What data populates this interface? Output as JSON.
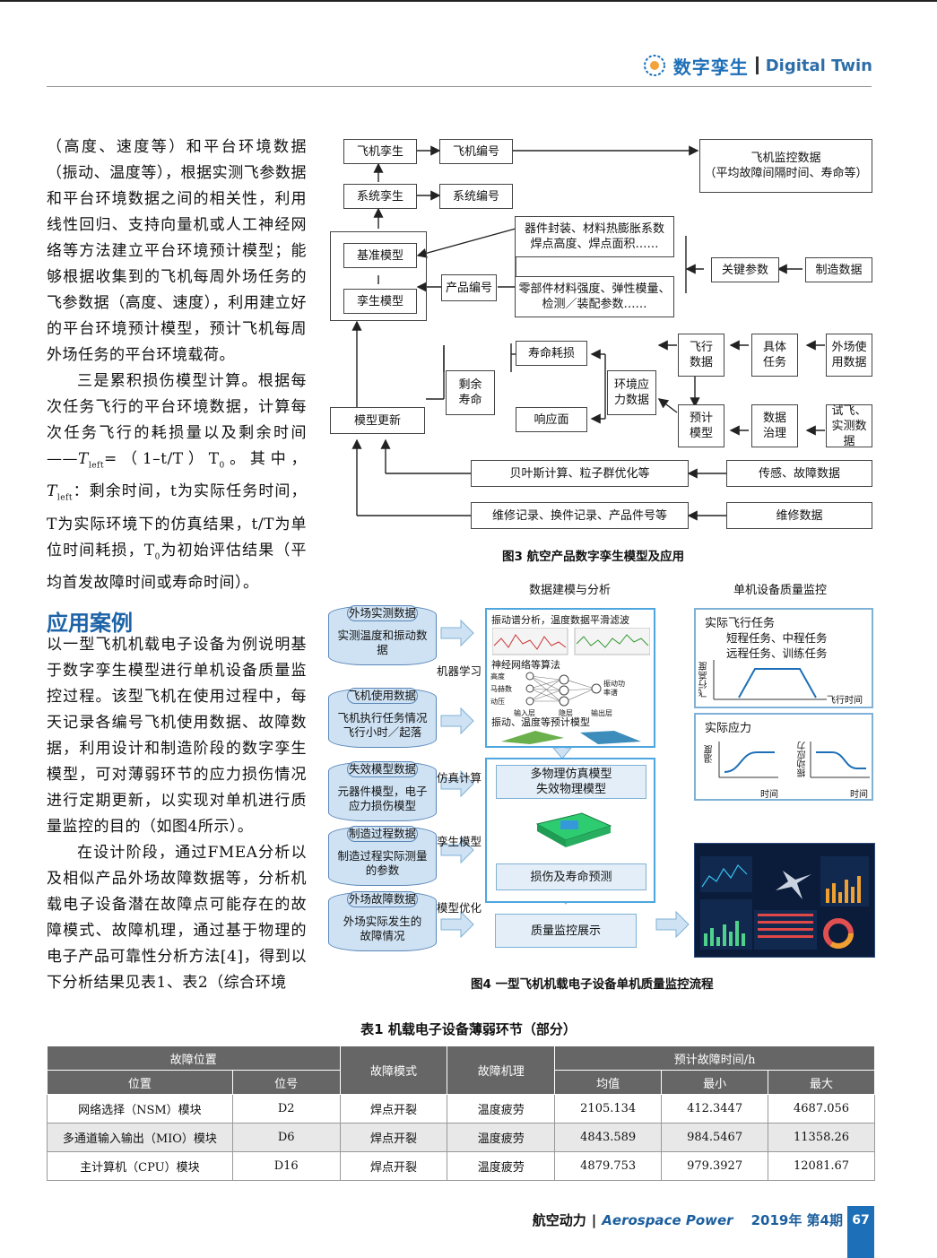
{
  "header": {
    "section_cn": "数字孪生",
    "section_en": "Digital Twin"
  },
  "text": {
    "p1": "（高度、速度等）和平台环境数据（振动、温度等），根据实测飞参数据和平台环境数据之间的相关性，利用线性回归、支持向量机或人工神经网络等方法建立平台环境预计模型；能够根据收集到的飞机每周外场任务的飞参数据（高度、速度），利用建立好的平台环境预计模型，预计飞机每周外场任务的平台环境载荷。",
    "p2a": "三是累积损伤模型计算。根据每次任务飞行的平台环境数据，计算每次任务飞行的耗损量以及剩余时间——",
    "formula": "T",
    "formula_sub": "left",
    "formula_rest": "=（1–t/T）T",
    "formula_sub0": "0",
    "p2b": "。其中，",
    "p2c": "：剩余时间，t为实际任务时间，T为实际环境下的仿真结果，t/T为单位时间耗损，T",
    "p2d": "为初始评估结果（平均首发故障时间或寿命时间）。",
    "section_title": "应用案例",
    "p3": "以一型飞机机载电子设备为例说明基于数字孪生模型进行单机设备质量监控过程。该型飞机在使用过程中，每天记录各编号飞机使用数据、故障数据，利用设计和制造阶段的数字孪生模型，可对薄弱环节的应力损伤情况进行定期更新，以实现对单机进行质量监控的目的（如图4所示）。",
    "p4": "在设计阶段，通过FMEA分析以及相似产品外场故障数据等，分析机载电子设备潜在故障点可能存在的故障模式、故障机理，通过基于物理的电子产品可靠性分析方法[4]，得到以下分析结果见表1、表2（综合环境"
  },
  "fig3": {
    "caption": "图3  航空产品数字孪生模型及应用",
    "boxes": {
      "aircraft_twin": "飞机孪生",
      "aircraft_id": "飞机编号",
      "aircraft_monitor": "飞机监控数据\n（平均故障间隔时间、寿命等）",
      "system_twin": "系统孪生",
      "system_id": "系统编号",
      "base_model": "基准模型",
      "twin_model": "孪生模型",
      "product_id": "产品编号",
      "device_params": "器件封装、材料热膨胀系数\n焊点高度、焊点面积……",
      "part_params": "零部件材料强度、弹性模量、\n检测／装配参数……",
      "key_params": "关键参数",
      "mfg_data": "制造数据",
      "life_loss": "寿命耗损",
      "remaining_life": "剩余\n寿命",
      "response": "响应面",
      "env_stress": "环境应\n力数据",
      "model_update": "模型更新",
      "flight_data": "飞行\n数据",
      "mission": "具体\n任务",
      "field_use": "外场使\n用数据",
      "predict_model": "预计\n模型",
      "data_gov": "数据\n治理",
      "test_data": "试飞、\n实测数据",
      "bayes": "贝叶斯计算、粒子群优化等",
      "sensor_fault": "传感、故障数据",
      "maint_record": "维修记录、换件记录、产品件号等",
      "maint_data": "维修数据"
    }
  },
  "fig4": {
    "caption": "图4  一型飞机机载电子设备单机质量监控流程",
    "col_head_1": "数据建模与分析",
    "col_head_2": "单机设备质量监控",
    "cyl": [
      {
        "title": "外场实测数据",
        "body": "实测温度和振动数据"
      },
      {
        "title": "飞机使用数据",
        "body": "飞机执行任务情况\n飞行小时／起落"
      },
      {
        "title": "失效模型数据",
        "body": "元器件模型，电子\n应力损伤模型"
      },
      {
        "title": "制造过程数据",
        "body": "制造过程实际测量\n的参数"
      },
      {
        "title": "外场故障数据",
        "body": "外场实际发生的\n故障情况"
      }
    ],
    "labels": {
      "ml": "机器学习",
      "sim": "仿真计算",
      "twin": "孪生模型",
      "opt": "模型优化"
    },
    "ml_panel": {
      "t1": "振动谱分析，温度数据平滑滤波",
      "t2": "神经网络等算法",
      "t3": "振动、温度等预计模型",
      "nn_in": [
        "高度",
        "马赫数",
        "动压"
      ],
      "nn_out": "振动功\n率谱",
      "nn_l1": "输入层",
      "nn_l2": "隐层",
      "nn_l3": "输出层"
    },
    "sim_panel": {
      "model": "多物理仿真模型\n失效物理模型",
      "damage": "损伤及寿命预测"
    },
    "display": "质量监控展示",
    "mission_panel": {
      "title": "实际飞行任务",
      "l1": "短程任务、中程任务",
      "l2": "远程任务、训练任务",
      "ylab": "飞行高度",
      "xlab": "飞行时间"
    },
    "stress_panel": {
      "title": "实际应力",
      "y1": "温度",
      "x1": "时间",
      "y2": "振动应力",
      "x2": "时间"
    }
  },
  "table1": {
    "title": "表1  机载电子设备薄弱环节（部分）",
    "head": {
      "fault_loc": "故障位置",
      "pos": "位置",
      "id": "位号",
      "mode": "故障模式",
      "mech": "故障机理",
      "pred": "预计故障时间/h",
      "mean": "均值",
      "min": "最小",
      "max": "最大"
    },
    "rows": [
      {
        "pos": "网络选择（NSM）模块",
        "id": "D2",
        "mode": "焊点开裂",
        "mech": "温度疲劳",
        "mean": "2105.134",
        "min": "412.3447",
        "max": "4687.056"
      },
      {
        "pos": "多通道输入输出（MIO）模块",
        "id": "D6",
        "mode": "焊点开裂",
        "mech": "温度疲劳",
        "mean": "4843.589",
        "min": "984.5467",
        "max": "11358.26"
      },
      {
        "pos": "主计算机（CPU）模块",
        "id": "D16",
        "mode": "焊点开裂",
        "mech": "温度疲劳",
        "mean": "4879.753",
        "min": "979.3927",
        "max": "12081.67"
      }
    ]
  },
  "footer": {
    "journal_cn": "航空动力",
    "journal_en": "Aerospace Power",
    "issue": "2019年 第4期",
    "page": "67"
  }
}
